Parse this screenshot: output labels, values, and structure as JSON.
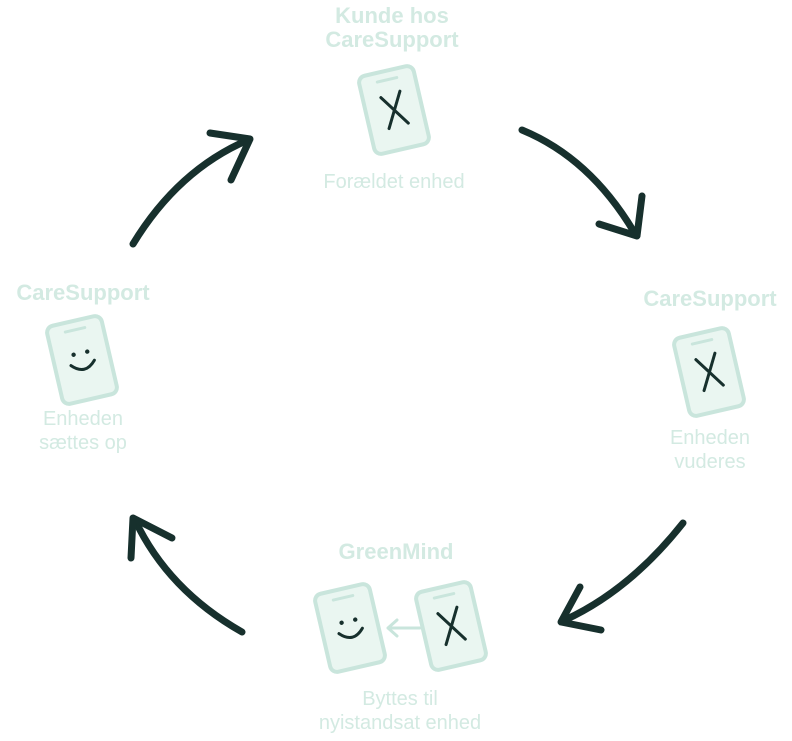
{
  "colors": {
    "arrow": "#17302d",
    "stage_text": "#d3eae2",
    "phone_outline": "#c9e5dc",
    "phone_fill": "#eaf6f1",
    "glyph": "#17302d"
  },
  "stages": {
    "top": {
      "title": [
        "Kunde hos",
        "CareSupport"
      ],
      "caption": [
        "Forældet enhed"
      ],
      "icon": "broken-phone-icon"
    },
    "right": {
      "title": [
        "CareSupport"
      ],
      "caption": [
        "Enheden",
        "vuderes"
      ],
      "icon": "broken-phone-icon"
    },
    "bottom": {
      "title": [
        "GreenMind"
      ],
      "caption": [
        "Byttes til",
        "nyistandsat enhed"
      ],
      "icons": [
        "happy-phone-icon",
        "left-arrow-icon",
        "broken-phone-icon"
      ]
    },
    "left": {
      "title": [
        "CareSupport"
      ],
      "caption": [
        "Enheden",
        "sættes op"
      ],
      "icon": "happy-phone-icon"
    }
  }
}
